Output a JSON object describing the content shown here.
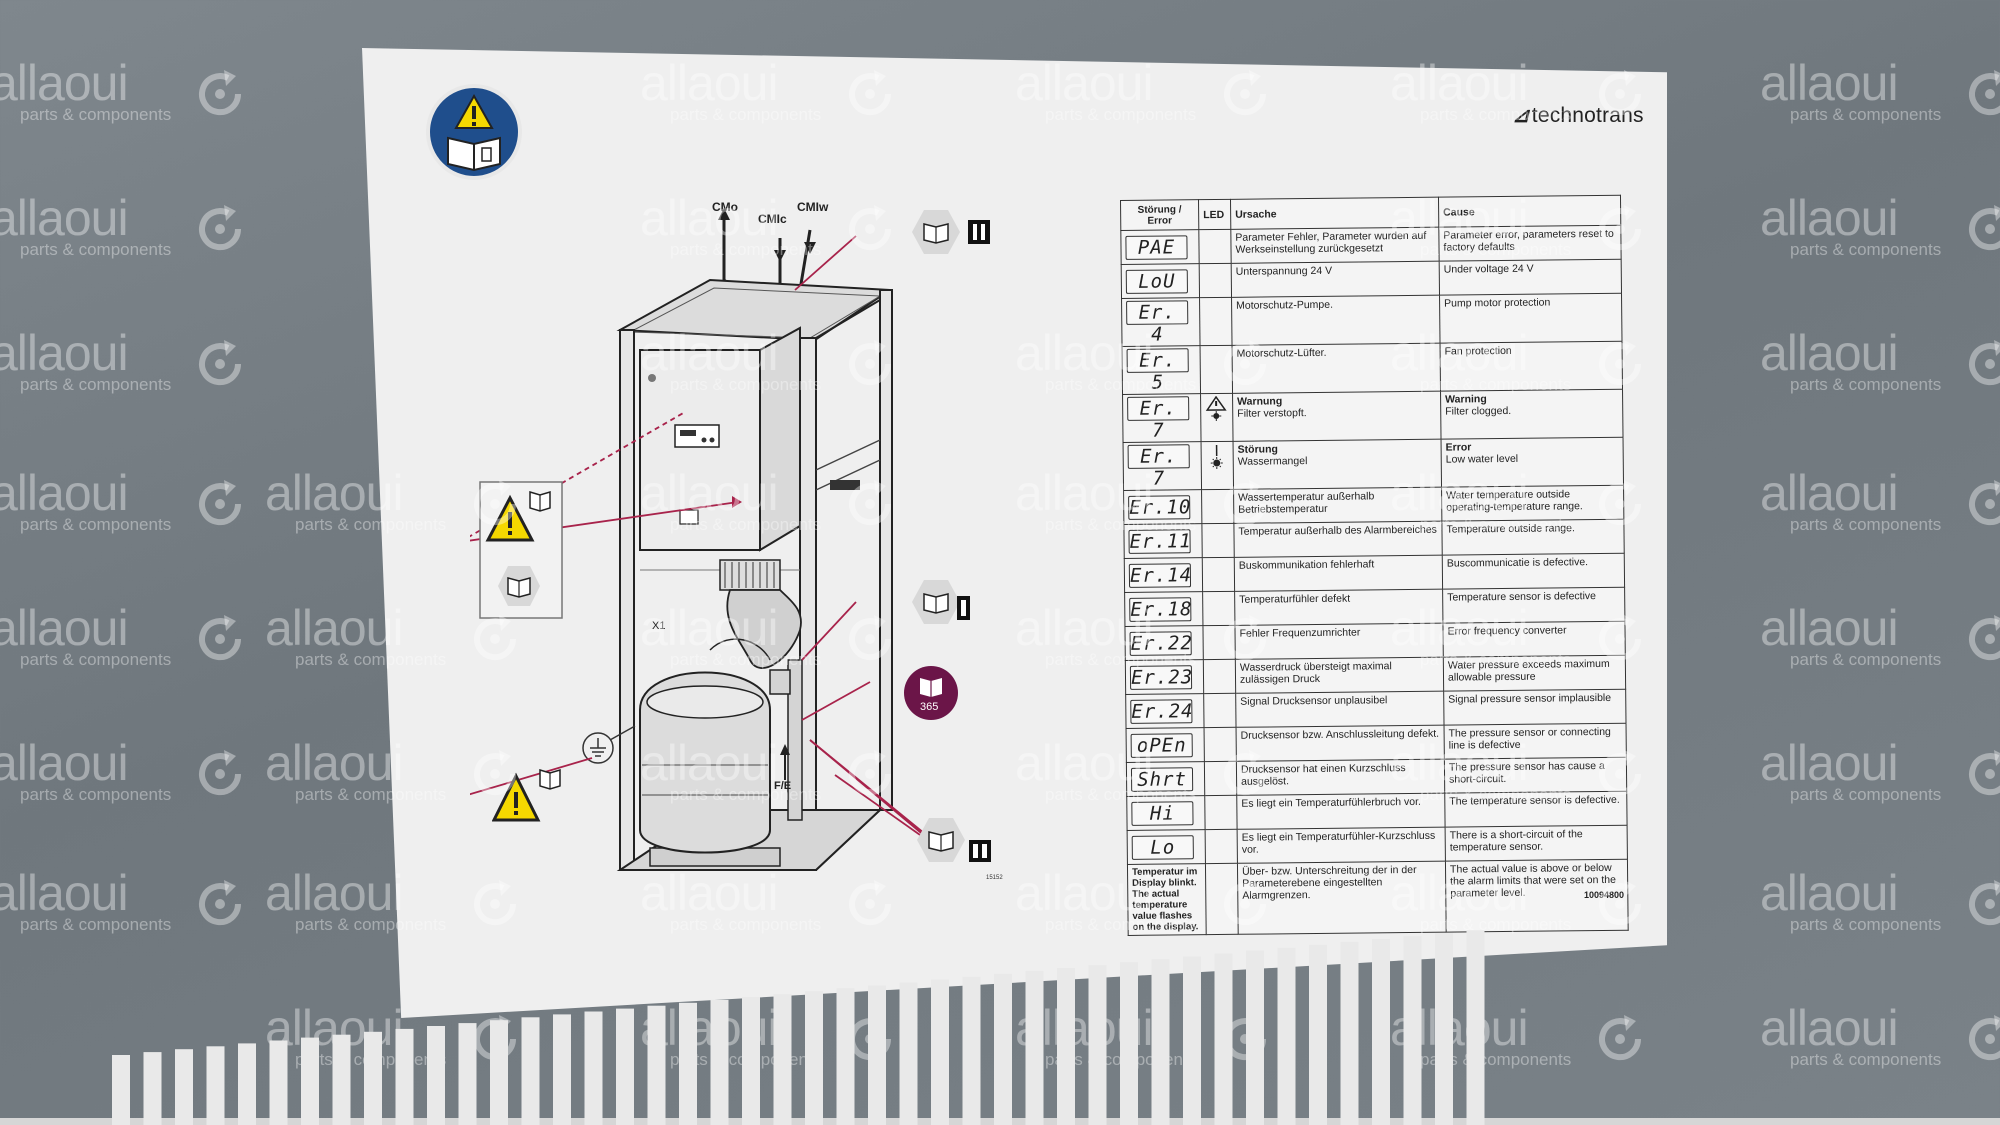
{
  "brand": {
    "mark": "⊿",
    "name": "technotrans"
  },
  "diagram": {
    "outlet_labels": [
      "CMo",
      "CMIc",
      "CMIw"
    ],
    "x1_label": "X1",
    "fe_label": "F/E",
    "service_days": "365",
    "drawing_number": "15152"
  },
  "table": {
    "headers": {
      "code": "Störung / Error",
      "led": "LED",
      "ursache": "Ursache",
      "cause": "Cause"
    },
    "rows": [
      {
        "code": "PAE",
        "ursache": "Parameter Fehler, Parameter wurden auf Werkseinstellung zurückgesetzt",
        "cause": "Parameter error, parameters reset to factory defaults"
      },
      {
        "code": "LoU",
        "ursache": "Unterspannung 24 V",
        "cause": "Under voltage 24 V"
      },
      {
        "code": "Er. 4",
        "ursache": "Motorschutz-Pumpe.",
        "cause": "Pump motor protection"
      },
      {
        "code": "Er. 5",
        "ursache": "Motorschutz-Lüfter.",
        "cause": "Fan protection"
      },
      {
        "code": "Er. 7",
        "led": "warning",
        "ursache_title": "Warnung",
        "ursache": "Filter verstopft.",
        "cause_title": "Warning",
        "cause": "Filter clogged."
      },
      {
        "code": "Er. 7",
        "led": "error",
        "ursache_title": "Störung",
        "ursache": "Wassermangel",
        "cause_title": "Error",
        "cause": "Low water level"
      },
      {
        "code": "Er.10",
        "ursache": "Wassertemperatur außerhalb Betriebstemperatur",
        "cause": "Water temperature outside operating-temperature range."
      },
      {
        "code": "Er.11",
        "ursache": "Temperatur außerhalb des Alarmbereiches",
        "cause": "Temperature outside range."
      },
      {
        "code": "Er.14",
        "ursache": "Buskommunikation fehlerhaft",
        "cause": "Buscommunicatie is defective."
      },
      {
        "code": "Er.18",
        "ursache": "Temperaturfühler defekt",
        "cause": "Temperature sensor is defective"
      },
      {
        "code": "Er.22",
        "ursache": "Fehler Frequenzumrichter",
        "cause": "Error frequency converter"
      },
      {
        "code": "Er.23",
        "ursache": "Wasserdruck übersteigt maximal zulässigen Druck",
        "cause": "Water pressure exceeds maximum allowable pressure"
      },
      {
        "code": "Er.24",
        "ursache": "Signal Drucksensor unplausibel",
        "cause": "Signal pressure sensor implausible"
      },
      {
        "code": "oPEn",
        "ursache": "Drucksensor bzw. Anschlussleitung defekt.",
        "cause": "The pressure sensor or connecting line is defective"
      },
      {
        "code": "Shrt",
        "ursache": "Drucksensor hat einen Kurzschluss ausgelöst.",
        "cause": "The pressure sensor has cause a short-circuit."
      },
      {
        "code": "Hi",
        "ursache": "Es liegt ein Temperaturfühlerbruch vor.",
        "cause": "The temperature sensor is defective."
      },
      {
        "code": "Lo",
        "ursache": "Es liegt ein Temperaturfühler-Kurzschluss vor.",
        "cause": "There is a short-circuit of the temperature sensor."
      }
    ],
    "last_row": {
      "note": "Temperatur im Display blinkt. The actual temperature value flashes on the display.",
      "ursache": "Über- bzw. Unterschreitung der in der Parameterebene eingestellten Alarmgrenzen.",
      "cause": "The actual value is above or below the alarm limits that were set on the parameter level."
    },
    "part_number": "10094800"
  },
  "watermark": {
    "brand": "allaoui",
    "tagline": "parts & components"
  },
  "colors": {
    "warning_yellow": "#f5d800",
    "manual_blue": "#1f4e8c",
    "service_purple": "#6b1548",
    "plate": "#efefef",
    "wall": "#767e84"
  }
}
